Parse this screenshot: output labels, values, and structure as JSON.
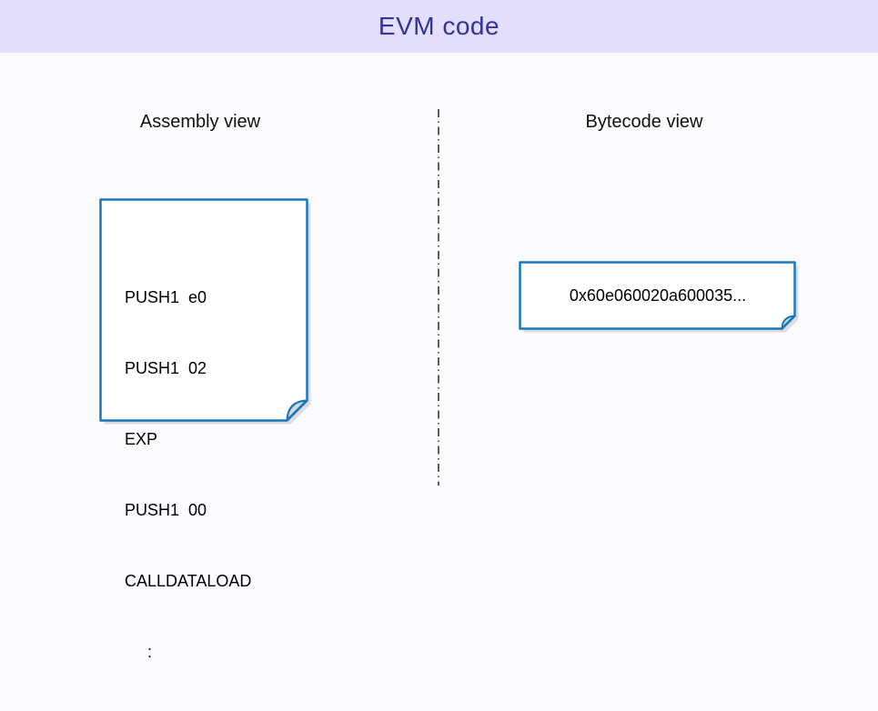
{
  "header": {
    "title": "EVM code"
  },
  "sections": {
    "assembly": {
      "heading": "Assembly view",
      "note": {
        "lines": [
          "PUSH1  e0",
          "PUSH1  02",
          "EXP",
          "PUSH1  00",
          "CALLDATALOAD",
          "     :"
        ]
      }
    },
    "bytecode": {
      "heading": "Bytecode view",
      "note": {
        "text": "0x60e060020a600035..."
      }
    }
  },
  "divider": {
    "style": "dash-dot-vertical"
  },
  "colors": {
    "header_bg": "#e2defb",
    "title_text": "#333399",
    "page_bg": "#fbfbfe",
    "note_border": "#1878be",
    "note_fill": "#ffffff",
    "note_shadow": "#c8c8c8",
    "fold_fill": "#d8d8d8",
    "divider_line": "#1a1a1a",
    "body_text": "#000000"
  }
}
